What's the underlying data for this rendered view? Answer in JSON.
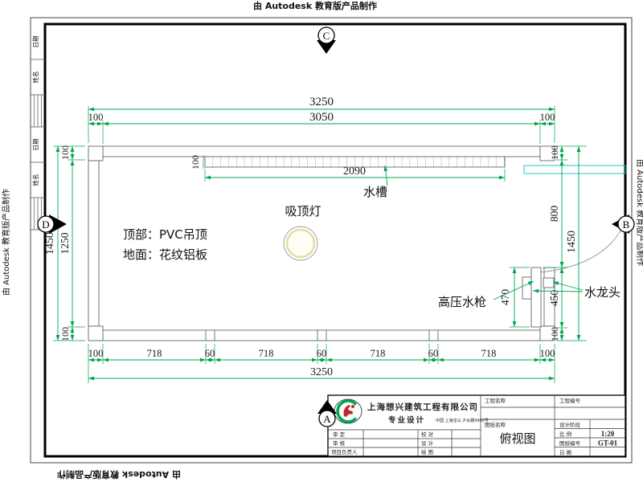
{
  "banner": {
    "autodesk": "由 Autodesk 教育版产品制作"
  },
  "markers": {
    "top": "C",
    "bottom": "A",
    "left": "D",
    "right": "B"
  },
  "strip": {
    "date": "日期",
    "name": "姓名"
  },
  "plan": {
    "sink": "水槽",
    "lamp": "吸顶灯",
    "ceiling": "顶部：PVC吊顶",
    "floor": "地面：花纹铝板",
    "gun": "高压水枪",
    "faucet": "水龙头"
  },
  "dims": {
    "w_overall": "3250",
    "w_inner": "3050",
    "wall": "100",
    "sink_len": "2090",
    "h_overall": "1450",
    "h_mid": "1250",
    "r_up": "800",
    "r_low": "450",
    "gun": "470",
    "chain": [
      "100",
      "718",
      "60",
      "718",
      "60",
      "718",
      "60",
      "718",
      "100"
    ]
  },
  "tb": {
    "company": "上海想兴建筑工程有限公司",
    "subtitle": "专业设计",
    "address": "中国 上海宝山 沪太路9902号",
    "approve": "审  定",
    "check": "审  核",
    "lead": "项目负责人",
    "proof": "校  对",
    "design": "设  计",
    "draft": "绘  图",
    "proj_name": "工程名称",
    "proj_no": "工程编号",
    "dwg_name": "图纸名称",
    "view": "俯视图",
    "stage": "设计阶段",
    "scale_l": "比  例",
    "scale": "1:20",
    "no_l": "图纸编号",
    "no": "GT-01",
    "date_l": "日  期"
  },
  "colors": {
    "dimension_green": "#00a650",
    "window_cyan": "#00c3c3",
    "hatch_blue": "#9aa0c0",
    "logo_green": "#00a651",
    "logo_red": "#c1272d"
  }
}
